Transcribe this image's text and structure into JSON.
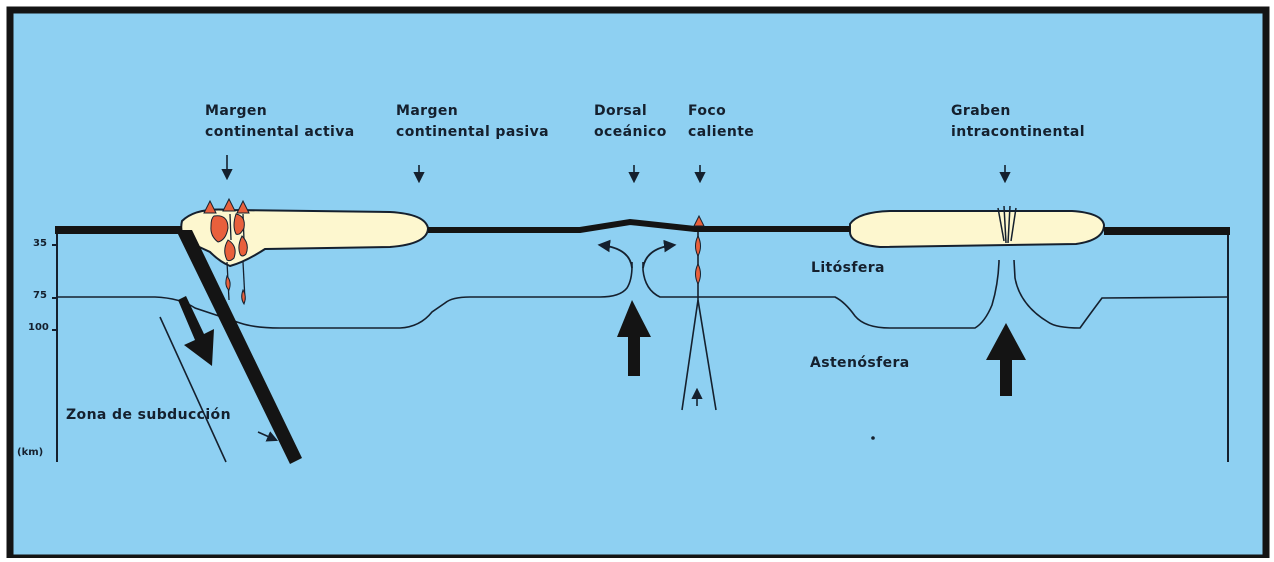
{
  "labels": {
    "margen_activa": [
      "Margen",
      "continental activa"
    ],
    "margen_pasiva": [
      "Margen",
      "continental pasiva"
    ],
    "dorsal": [
      "Dorsal",
      "oceánico"
    ],
    "foco": [
      "Foco",
      "caliente"
    ],
    "graben": [
      "Graben",
      "intracontinental"
    ],
    "litosfera": "Litósfera",
    "astenosfera": "Astenósfera",
    "subduccion": "Zona de subducción"
  },
  "depth_axis": {
    "ticks": [
      "35",
      "75",
      "100"
    ],
    "unit": "(km)"
  },
  "colors": {
    "ocean": "#8ed0f2",
    "frame": "#141414",
    "continent": "#fdf7cf",
    "magma": "#e8603c",
    "ink": "#15202e"
  }
}
